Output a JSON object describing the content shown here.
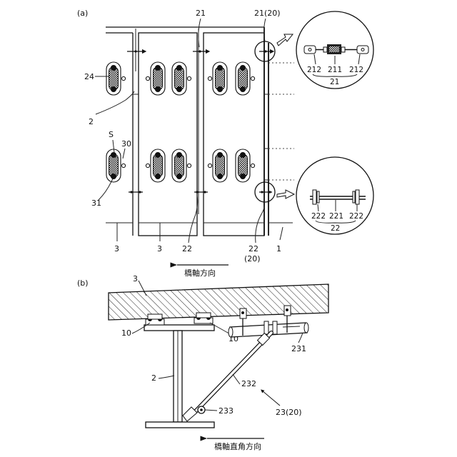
{
  "panel_a": {
    "label": "(a)",
    "labels": {
      "l24": "24",
      "l2": "2",
      "lS": "S",
      "l30": "30",
      "l31": "31",
      "l21": "21",
      "l21_20": "21(20)",
      "l3a": "3",
      "l3b": "3",
      "l22": "22",
      "l22_20_top": "22",
      "l22_20_bot": "(20)",
      "l1": "1",
      "axis": "橋軸方向"
    },
    "detail_top": {
      "l212a": "212",
      "l211": "211",
      "l212b": "212",
      "l21": "21"
    },
    "detail_bottom": {
      "l222a": "222",
      "l221": "221",
      "l222b": "222",
      "l22": "22"
    }
  },
  "panel_b": {
    "label": "(b)",
    "labels": {
      "l3": "3",
      "l10a": "10",
      "l10b": "10",
      "l2": "2",
      "l231": "231",
      "l232": "232",
      "l233": "233",
      "l23": "23(20)",
      "axis": "橋軸直角方向"
    }
  }
}
